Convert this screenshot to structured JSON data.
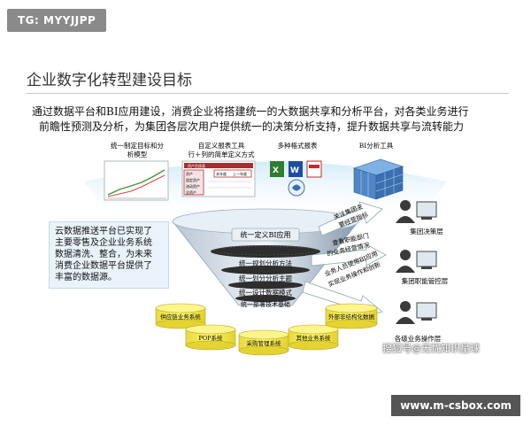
{
  "badge_top": "TG: MYYJJPP",
  "slide": {
    "title": "企业数字化转型建设目标",
    "intro_line1": "通过数据平台和BI应用建设，消费企业将搭建统一的大数据共享和分析平台，对各类业务进行",
    "intro_line2": "前瞻性预测及分析，为集团各层次用户提供统一的决策分析支持，提升数据共享与流转能力"
  },
  "tools": {
    "t1": "统一制定目标和分",
    "t1b": "析模型",
    "t2": "自定义报表工具",
    "t2b": "行＋列的简单定义方式",
    "t3": "多种格式报表",
    "t4": "BI分析工具"
  },
  "mini_report": {
    "header": "资产负债表",
    "r1": "本年度",
    "r2": "上一年度",
    "l1": "资产",
    "l2": "固定资产",
    "l3": "流动资产",
    "l4": "总资产"
  },
  "info_box": {
    "l1": "云数据推送平台已实现了",
    "l2": "主要零售及企业业务系统",
    "l3": "数据清洗、整合，为未来",
    "l4": "消费企业数据平台提供了",
    "l5": "丰富的数据源。"
  },
  "funnel": {
    "layer1": "统一定义BI应用",
    "layer2": "统一规划分析方法",
    "layer3": "统一划分分析主题",
    "layer4": "统一设计数据模式",
    "layer5": "统一部署技术基础"
  },
  "arrows": {
    "a1_l1": "关注集团主",
    "a1_l2": "要经营指标",
    "a2_l1": "查看职能部门",
    "a2_l2": "的业务经营情况",
    "a3_l1": "业务人员使用BI应用",
    "a3_l2": "实现业务操作和创新"
  },
  "roles": {
    "r1": "集团决策层",
    "r2": "集团职能管控层",
    "r3": "各级业务操作层"
  },
  "sources": {
    "s1": "供应链业务系统",
    "s2": "POP系统",
    "s3": "采购管理系统",
    "s4": "其他业务系统",
    "s5": "外部非结构化数据"
  },
  "watermark_sohu": "搜狐号@无忧知识星球",
  "watermark_url": "www.m-csbox.com",
  "colors": {
    "badge": "#8a8a8a",
    "title_text": "#333333",
    "funnel_top": "#e3edf6",
    "funnel_body": "#8fa3b8",
    "layer_dark": "#2e2e2e",
    "cylinder": "#fff35a",
    "arrow_fill": "#ffffff",
    "box_bg": "#eaf3fb"
  },
  "icons": {
    "chart": "line-chart-icon",
    "doc": "report-doc-icon",
    "cube": "olap-cube-icon",
    "person": "person-at-computer-icon",
    "database": "database-cylinder-icon"
  }
}
